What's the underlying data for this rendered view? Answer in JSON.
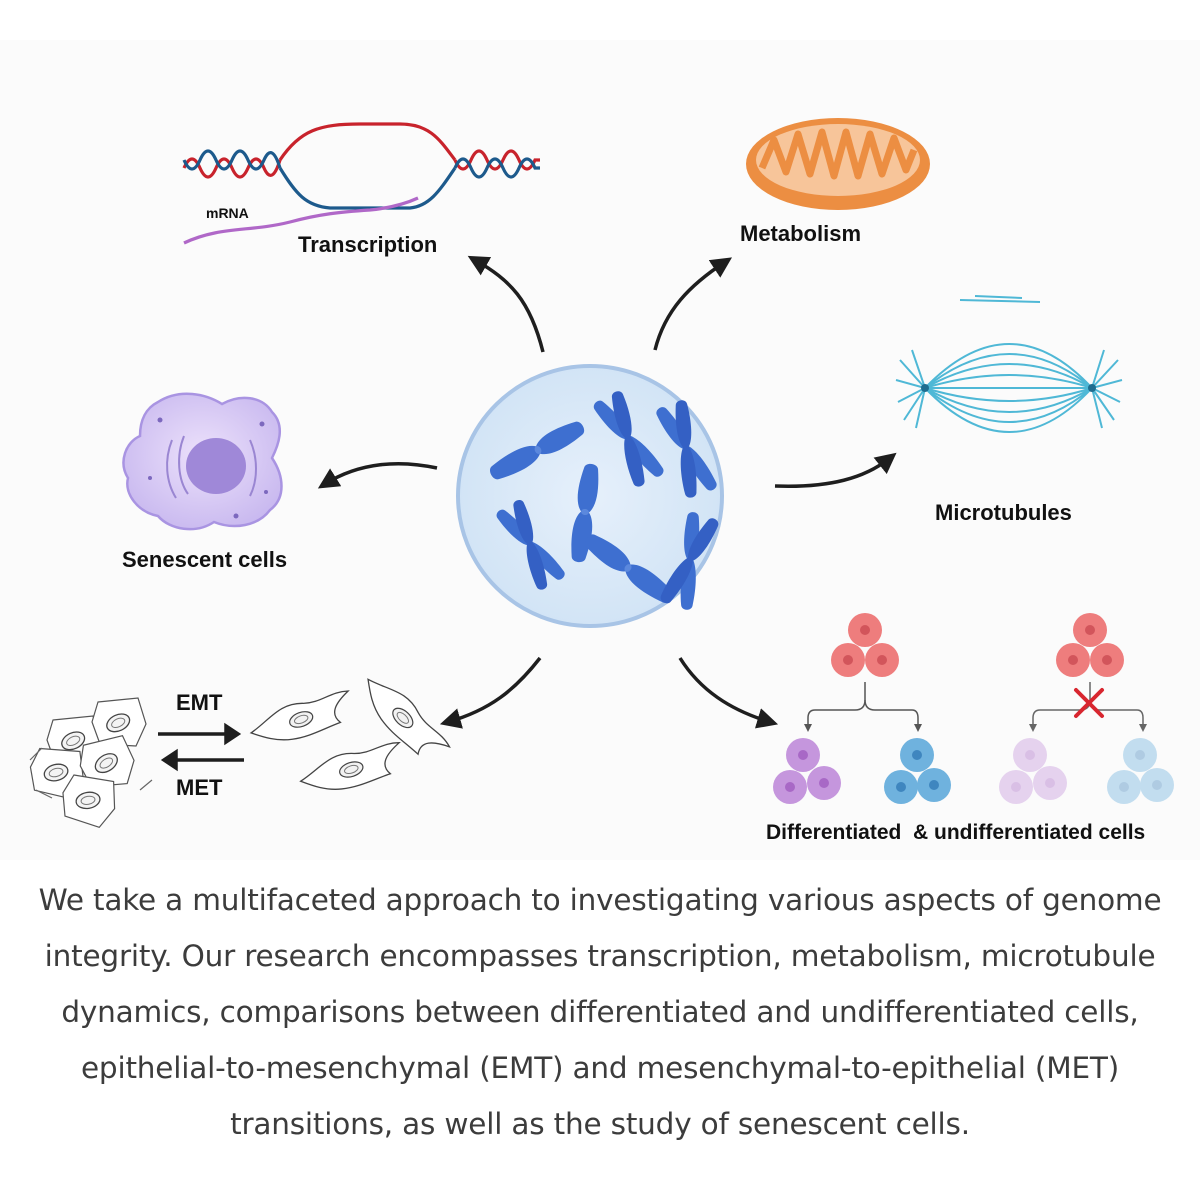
{
  "diagram": {
    "labels": {
      "transcription": "Transcription",
      "mrna": "mRNA",
      "metabolism": "Metabolism",
      "microtubules": "Microtubules",
      "senescent": "Senescent cells",
      "emt": "EMT",
      "met": "MET",
      "differentiated": "Differentiated  & undifferentiated cells"
    },
    "icons": [
      "dna-transcription-icon",
      "mitochondrion-icon",
      "mitotic-spindle-icon",
      "senescent-cell-icon",
      "chromosome-nucleus-icon",
      "epithelial-cells-icon",
      "mesenchymal-cells-icon",
      "cell-differentiation-icon",
      "blocked-differentiation-icon",
      "x-mark-icon"
    ],
    "colors": {
      "dna_strand_red": "#c8232c",
      "dna_strand_blue": "#1d5a8c",
      "mrna": "#b068c8",
      "mitochondrion": "#f0a05a",
      "microtubules": "#4fb8d6",
      "senescent_cell": "#b5a5e6",
      "nucleus_fill": "#d7e7f7",
      "chromosome": "#3e6fd0",
      "stem_cell": "#ee7d7d",
      "differentiated_purple": "#c596dd",
      "differentiated_blue": "#6fb2de",
      "block_mark": "#d8262f"
    }
  },
  "description": "We take a multifaceted approach to investigating various aspects of genome integrity. Our research encompasses transcription, metabolism, microtubule dynamics, comparisons between differentiated and undifferentiated cells, epithelial-to-mesenchymal (EMT) and mesenchymal-to-epithelial (MET) transitions, as well as the study of senescent cells."
}
